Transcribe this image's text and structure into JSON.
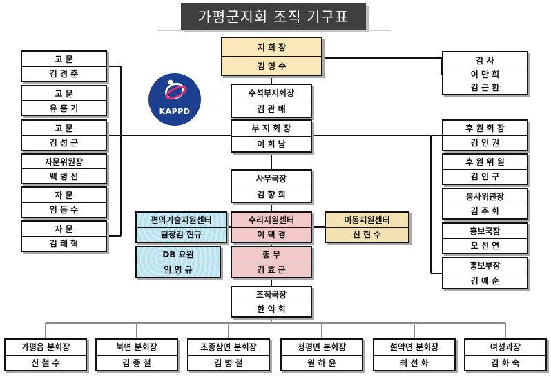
{
  "title": "가평군지회 조직 기구표",
  "logo": {
    "text": "KAPPD",
    "color": "#1c3f8f",
    "accent": "#d6307a"
  },
  "center": [
    {
      "id": "chair",
      "role": "지 회 장",
      "name": "김 영 수"
    },
    {
      "id": "senior-vice",
      "role": "수석부지회장",
      "name": "김 관 배"
    },
    {
      "id": "vice",
      "role": "부 지 회 장",
      "name": "이 희 남"
    },
    {
      "id": "secgen",
      "role": "사무국장",
      "name": "김 향 희"
    },
    {
      "id": "repair",
      "role": "수리지원센터",
      "name": "이 택 경"
    },
    {
      "id": "general",
      "role": "총 무",
      "name": "김 효 근"
    },
    {
      "id": "org",
      "role": "조직국장",
      "name": "한 익 희"
    }
  ],
  "left_advisors": [
    {
      "role": "고 문",
      "name": "김 경 춘"
    },
    {
      "role": "고 문",
      "name": "유 홍 기"
    },
    {
      "role": "고 문",
      "name": "김 성 근"
    },
    {
      "role": "자문위원장",
      "name": "백 병 선"
    },
    {
      "role": "자 문",
      "name": "임 동 수"
    },
    {
      "role": "자 문",
      "name": "김 태 혁"
    }
  ],
  "right_top": {
    "role": "감 사",
    "names": [
      "이 만 희",
      "김 근 환"
    ]
  },
  "right_support": [
    {
      "role": "후 원 회 장",
      "name": "김 인 권"
    },
    {
      "role": "후 원 위 원",
      "name": "김 인 구"
    },
    {
      "role": "봉사위원장",
      "name": "김 주 화"
    },
    {
      "role": "홍보국장",
      "name": "오 선 연"
    },
    {
      "role": "홍보부장",
      "name": "김 예 순"
    }
  ],
  "tech": {
    "role": "편의기술지원센터",
    "name": "팀장김 현규"
  },
  "db": {
    "role": "DB 요원",
    "name": "임 명 규"
  },
  "mobility": {
    "role": "이동지원센터",
    "name": "신 현 수"
  },
  "branches": [
    {
      "role": "가평읍 분회장",
      "name": "신 철 수"
    },
    {
      "role": "북면 분회장",
      "name": "김 종 철"
    },
    {
      "role": "조종상면 분회장",
      "name": "김 병 철"
    },
    {
      "role": "청평면 분회장",
      "name": "원 하 윤"
    },
    {
      "role": "설악면 분회장",
      "name": "최 선 화"
    },
    {
      "role": "여성과장",
      "name": "김 화 숙"
    }
  ],
  "colors": {
    "line": "#111111",
    "branch_line": "#8a8a8a",
    "chair_fill": "#fbe8b8",
    "repair_fill": "#f2c9c9",
    "mobility_fill": "#f3e2b4",
    "tech_fill": "#b7e2ee"
  }
}
